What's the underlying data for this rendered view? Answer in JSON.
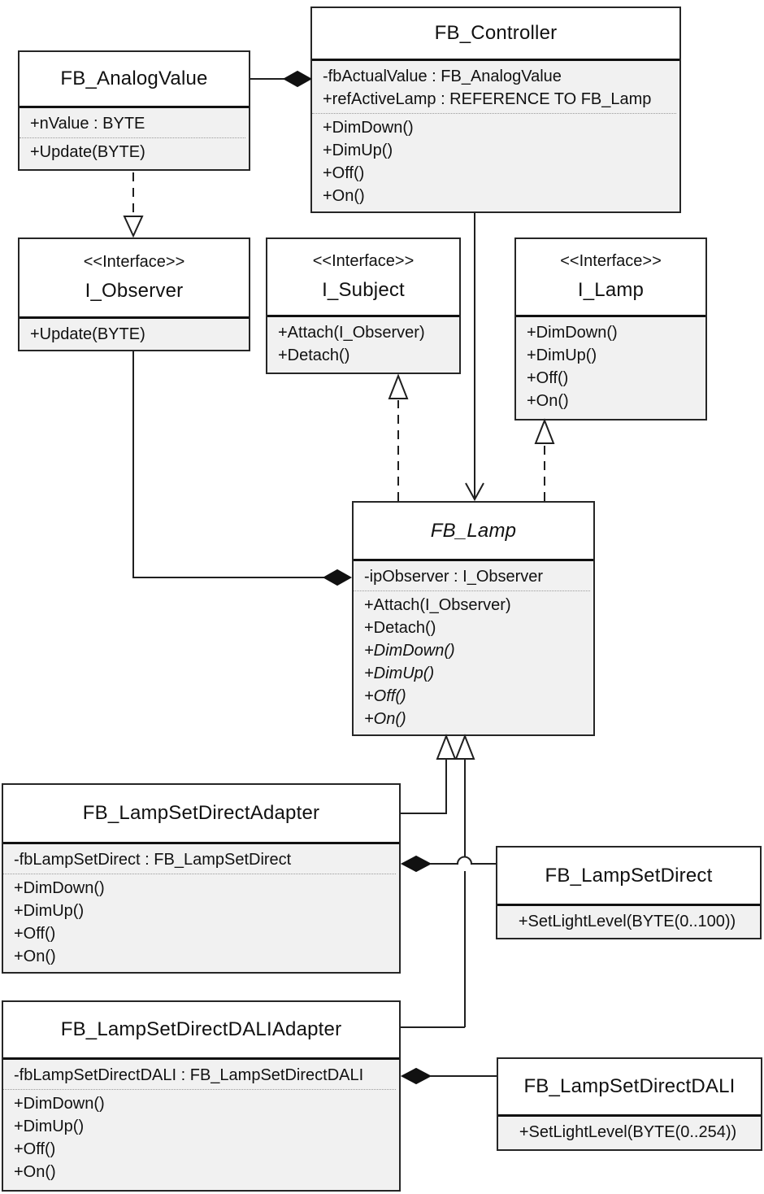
{
  "diagram": {
    "kind": "uml-class-diagram",
    "stereotype_interface": "<<Interface>>",
    "colors": {
      "compartment_fill": "#f1f1f1",
      "title_fill": "#ffffff",
      "border": "#262626",
      "line": "#1f1f1f"
    }
  },
  "classes": {
    "fb_analog_value": {
      "name": "FB_AnalogValue",
      "attributes": [
        "+nValue : BYTE"
      ],
      "methods": [
        "+Update(BYTE)"
      ]
    },
    "fb_controller": {
      "name": "FB_Controller",
      "attributes": [
        "-fbActualValue : FB_AnalogValue",
        "+refActiveLamp : REFERENCE TO FB_Lamp"
      ],
      "methods": [
        "+DimDown()",
        "+DimUp()",
        "+Off()",
        "+On()"
      ]
    },
    "i_observer": {
      "stereotype": "<<Interface>>",
      "name": "I_Observer",
      "methods": [
        "+Update(BYTE)"
      ]
    },
    "i_subject": {
      "stereotype": "<<Interface>>",
      "name": "I_Subject",
      "methods": [
        "+Attach(I_Observer)",
        "+Detach()"
      ]
    },
    "i_lamp": {
      "stereotype": "<<Interface>>",
      "name": "I_Lamp",
      "methods": [
        "+DimDown()",
        "+DimUp()",
        "+Off()",
        "+On()"
      ]
    },
    "fb_lamp": {
      "name": "FB_Lamp",
      "abstract": true,
      "attributes": [
        "-ipObserver : I_Observer"
      ],
      "methods": [
        "+Attach(I_Observer)",
        "+Detach()",
        "+DimDown()",
        "+DimUp()",
        "+Off()",
        "+On()"
      ]
    },
    "fb_lamp_set_direct_adapter": {
      "name": "FB_LampSetDirectAdapter",
      "attributes": [
        "-fbLampSetDirect : FB_LampSetDirect"
      ],
      "methods": [
        "+DimDown()",
        "+DimUp()",
        "+Off()",
        "+On()"
      ]
    },
    "fb_lamp_set_direct": {
      "name": "FB_LampSetDirect",
      "methods": [
        "+SetLightLevel(BYTE(0..100))"
      ]
    },
    "fb_lamp_set_direct_dali_adapter": {
      "name": "FB_LampSetDirectDALIAdapter",
      "attributes": [
        "-fbLampSetDirectDALI : FB_LampSetDirectDALI"
      ],
      "methods": [
        "+DimDown()",
        "+DimUp()",
        "+Off()",
        "+On()"
      ]
    },
    "fb_lamp_set_direct_dali": {
      "name": "FB_LampSetDirectDALI",
      "methods": [
        "+SetLightLevel(BYTE(0..254))"
      ]
    }
  },
  "relationships": [
    {
      "type": "composition",
      "owner": "FB_Controller",
      "part": "FB_AnalogValue"
    },
    {
      "type": "realization",
      "from": "FB_AnalogValue",
      "to": "I_Observer"
    },
    {
      "type": "composition",
      "owner": "FB_Lamp",
      "part": "I_Observer"
    },
    {
      "type": "realization",
      "from": "FB_Lamp",
      "to": "I_Subject"
    },
    {
      "type": "directed-association",
      "from": "FB_Controller",
      "to": "FB_Lamp"
    },
    {
      "type": "realization",
      "from": "FB_Lamp",
      "to": "I_Lamp"
    },
    {
      "type": "generalization",
      "from": "FB_LampSetDirectAdapter",
      "to": "FB_Lamp"
    },
    {
      "type": "generalization",
      "from": "FB_LampSetDirectDALIAdapter",
      "to": "FB_Lamp"
    },
    {
      "type": "composition",
      "owner": "FB_LampSetDirectAdapter",
      "part": "FB_LampSetDirect"
    },
    {
      "type": "composition",
      "owner": "FB_LampSetDirectDALIAdapter",
      "part": "FB_LampSetDirectDALI"
    }
  ]
}
